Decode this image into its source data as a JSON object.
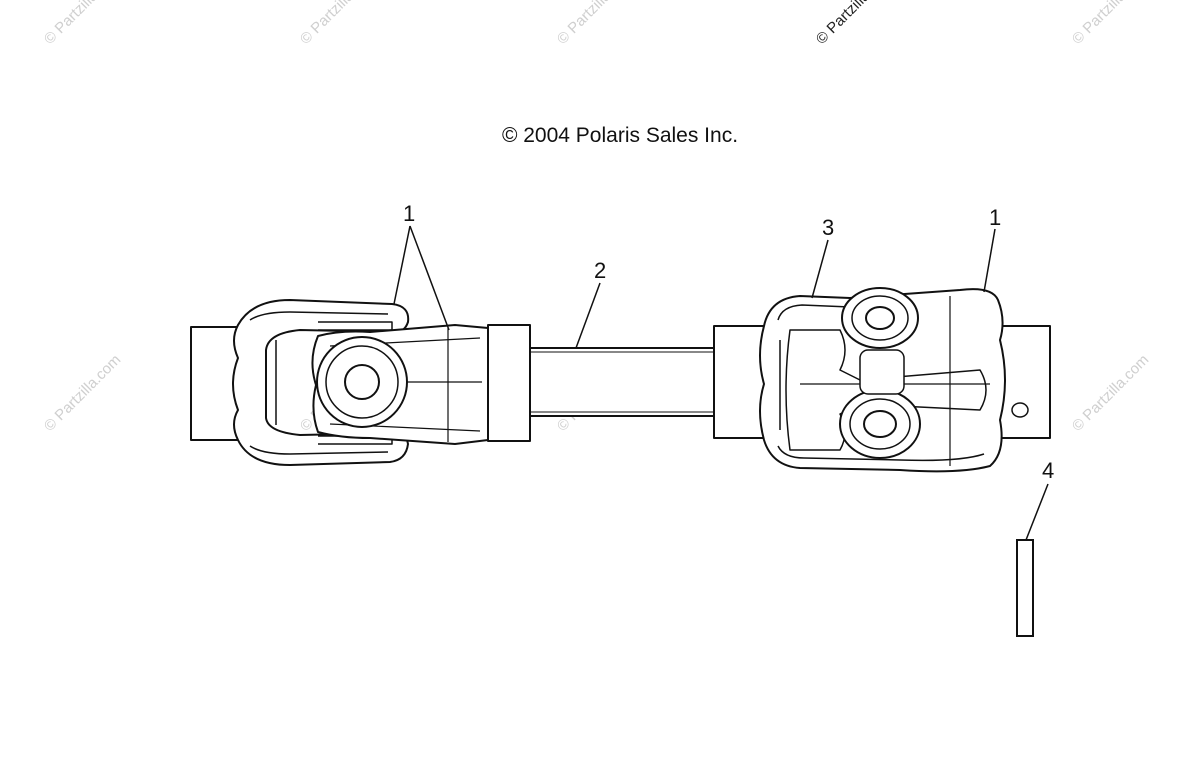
{
  "copyright_text": "© 2004 Polaris Sales Inc.",
  "watermark_text": "© Partzilla.com",
  "callouts": [
    {
      "label": "1"
    },
    {
      "label": "2"
    },
    {
      "label": "3"
    },
    {
      "label": "1"
    },
    {
      "label": "4"
    }
  ],
  "colors": {
    "line": "#111111",
    "fill": "#ffffff",
    "watermark": "#cfcfcf"
  }
}
